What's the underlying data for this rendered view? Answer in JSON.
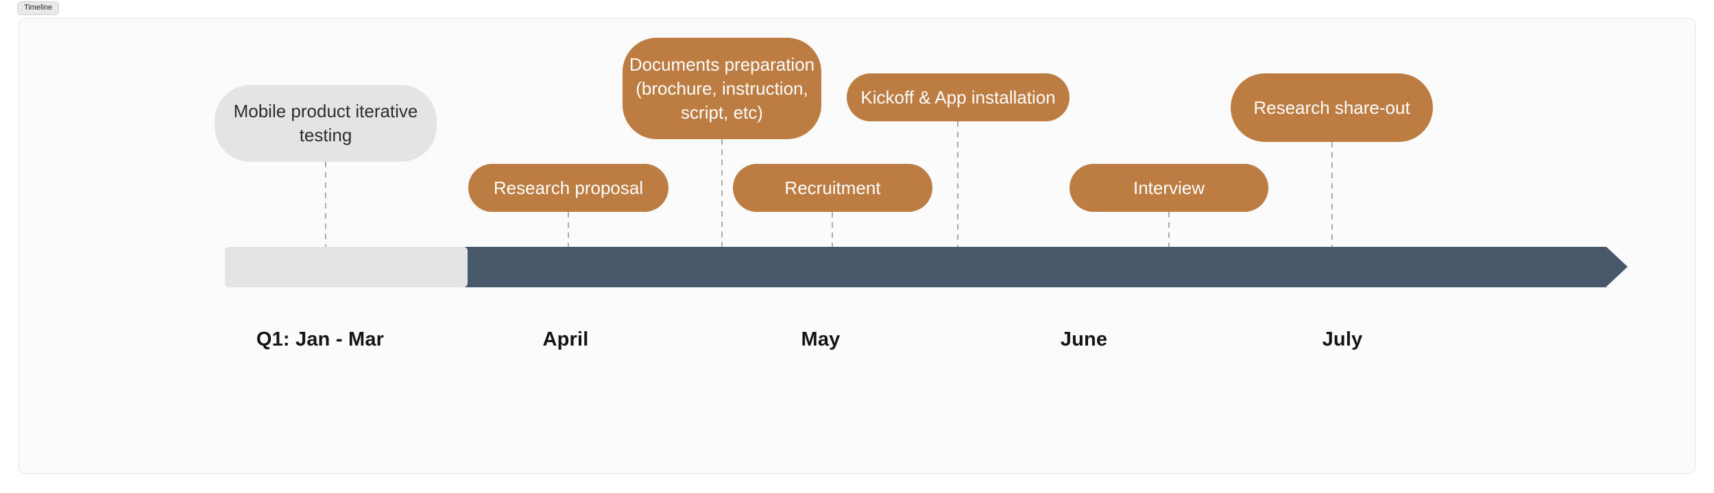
{
  "page": {
    "badge_label": "Timeline"
  },
  "diagram": {
    "type": "timeline",
    "milestones": [
      {
        "id": "mobile-product-iterative-testing",
        "label": "Mobile product iterative\ntesting",
        "style": "muted"
      },
      {
        "id": "research-proposal",
        "label": "Research proposal",
        "style": "accent"
      },
      {
        "id": "documents-preparation",
        "label": "Documents preparation\n(brochure, instruction,\nscript, etc)",
        "style": "accent"
      },
      {
        "id": "recruitment",
        "label": "Recruitment",
        "style": "accent"
      },
      {
        "id": "kickoff-app-installation",
        "label": "Kickoff & App installation",
        "style": "accent"
      },
      {
        "id": "interview",
        "label": "Interview",
        "style": "accent"
      },
      {
        "id": "research-share-out",
        "label": "Research share-out",
        "style": "accent"
      }
    ],
    "axis_labels": [
      "Q1: Jan - Mar",
      "April",
      "May",
      "June",
      "July"
    ],
    "colors": {
      "accent_bubble": "#BC7C42",
      "muted_bubble": "#E4E4E4",
      "bar_active": "#46586A",
      "bar_inactive": "#E4E4E4",
      "connector": "#ABABAB",
      "canvas_background": "#FBFBFB",
      "canvas_border": "#E5E5E5"
    }
  }
}
